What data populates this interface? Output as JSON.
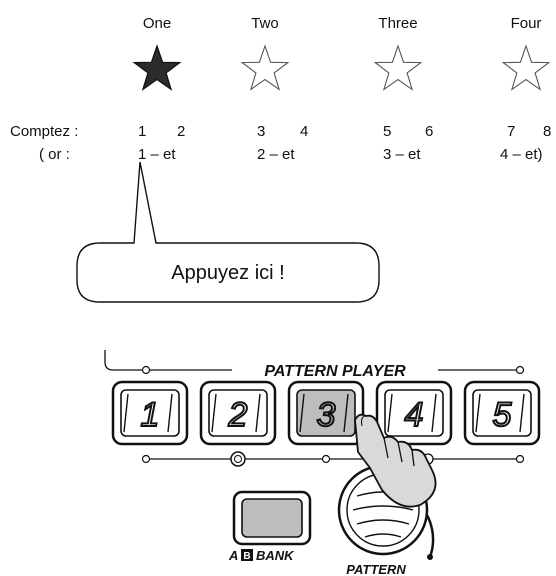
{
  "beats": [
    {
      "label": "One",
      "count": [
        "1",
        "2"
      ],
      "alt": "1 – et",
      "filled": true
    },
    {
      "label": "Two",
      "count": [
        "3",
        "4"
      ],
      "alt": "2 – et",
      "filled": false
    },
    {
      "label": "Three",
      "count": [
        "5",
        "6"
      ],
      "alt": "3 – et",
      "filled": false
    },
    {
      "label": "Four",
      "count": [
        "7",
        "8"
      ],
      "alt": "4 – et)",
      "filled": false
    }
  ],
  "row_labels": {
    "count": "Comptez :",
    "alt": "( or :"
  },
  "callout": "Appuyez ici !",
  "panel": {
    "title": "PATTERN PLAYER",
    "buttons": [
      "1",
      "2",
      "3",
      "4",
      "5"
    ],
    "pressed_index": 2,
    "bank_label_a": "A",
    "bank_label_b": "B",
    "bank_label": "BANK",
    "knob_label": "PATTERN"
  },
  "colors": {
    "star_filled": "#2b2b2b",
    "star_outline": "#555555",
    "pressed": "#bdbdbd",
    "ink": "#111111"
  },
  "icons": [
    "star-filled-icon",
    "star-outline-icon",
    "pointing-hand-icon"
  ]
}
